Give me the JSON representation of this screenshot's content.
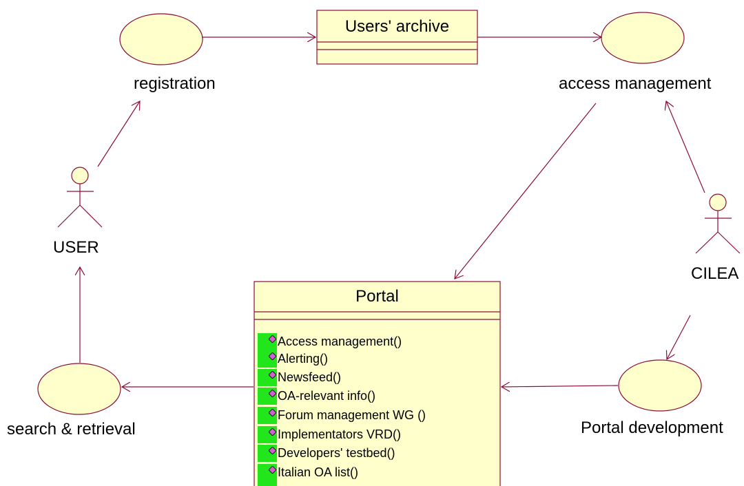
{
  "colors": {
    "stroke": "#8b0d3a",
    "fill": "#ffffcc",
    "operation_strip": "#22e51c",
    "operation_icon": "#d060d0"
  },
  "use_cases": {
    "registration": "registration",
    "access_management": "access management",
    "search_retrieval": "search & retrieval",
    "portal_development": "Portal development"
  },
  "actors": {
    "user": "USER",
    "cilea": "CILEA"
  },
  "classes": {
    "users_archive": {
      "name": "Users' archive"
    },
    "portal": {
      "name": "Portal",
      "operations": [
        "Access management()",
        "Alerting()",
        "Newsfeed()",
        "OA-relevant info()",
        "Forum management WG ()",
        "Implementators VRD()",
        "Developers' testbed()",
        "Italian OA list()"
      ]
    }
  }
}
